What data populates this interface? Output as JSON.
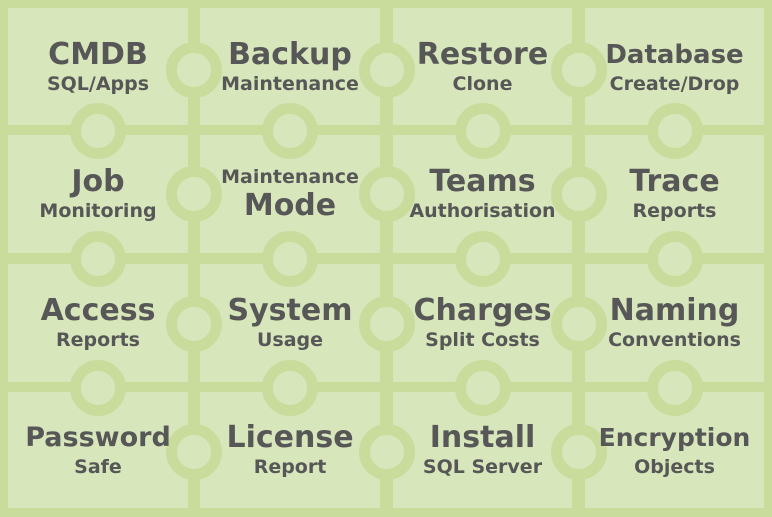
{
  "colors": {
    "border": "#c9dc9c",
    "tile": "#d8e7bb",
    "text": "#575757"
  },
  "tiles": [
    {
      "title": "CMDB",
      "subtitle": "SQL/Apps"
    },
    {
      "title": "Backup",
      "subtitle": "Maintenance"
    },
    {
      "title": "Restore",
      "subtitle": "Clone"
    },
    {
      "title": "Database",
      "subtitle": "Create/Drop"
    },
    {
      "title": "Job",
      "subtitle": "Monitoring"
    },
    {
      "pre": "Maintenance",
      "title": "Mode"
    },
    {
      "title": "Teams",
      "subtitle": "Authorisation"
    },
    {
      "title": "Trace",
      "subtitle": "Reports"
    },
    {
      "title": "Access",
      "subtitle": "Reports"
    },
    {
      "title": "System",
      "subtitle": "Usage"
    },
    {
      "title": "Charges",
      "subtitle": "Split Costs"
    },
    {
      "title": "Naming",
      "subtitle": "Conventions"
    },
    {
      "title": "Password",
      "subtitle": "Safe"
    },
    {
      "title": "License",
      "subtitle": "Report"
    },
    {
      "title": "Install",
      "subtitle": "SQL Server"
    },
    {
      "title": "Encryption",
      "subtitle": "Objects"
    }
  ]
}
